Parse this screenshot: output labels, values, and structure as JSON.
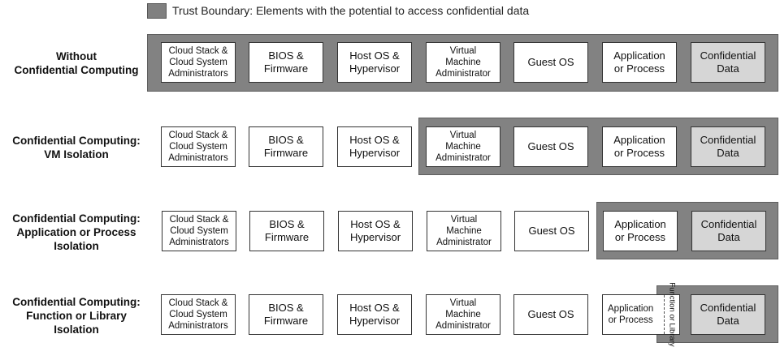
{
  "legend": {
    "text": "Trust Boundary: Elements with the potential to access confidential data",
    "swatch_color": "#808080"
  },
  "rows": [
    {
      "label": "Without\nConfidential Computing",
      "boxes": [
        "Cloud Stack &\nCloud System\nAdministrators",
        "BIOS &\nFirmware",
        "Host OS &\nHypervisor",
        "Virtual\nMachine\nAdministrator",
        "Guest OS",
        "Application\nor Process",
        "Confidential\nData"
      ]
    },
    {
      "label": "Confidential Computing:\nVM Isolation",
      "boxes": [
        "Cloud Stack &\nCloud System\nAdministrators",
        "BIOS &\nFirmware",
        "Host OS &\nHypervisor",
        "Virtual\nMachine\nAdministrator",
        "Guest OS",
        "Application\nor Process",
        "Confidential\nData"
      ]
    },
    {
      "label": "Confidential Computing:\nApplication or Process\nIsolation",
      "boxes": [
        "Cloud Stack &\nCloud System\nAdministrators",
        "BIOS &\nFirmware",
        "Host OS &\nHypervisor",
        "Virtual\nMachine\nAdministrator",
        "Guest OS",
        "Application\nor Process",
        "Confidential\nData"
      ]
    },
    {
      "label": "Confidential Computing:\nFunction or Library\nIsolation",
      "boxes": [
        "Cloud Stack &\nCloud System\nAdministrators",
        "BIOS &\nFirmware",
        "Host OS &\nHypervisor",
        "Virtual\nMachine\nAdministrator",
        "Guest OS",
        "Application\nor Process",
        "Confidential\nData"
      ],
      "function_library_label": "Function\nor Library"
    }
  ]
}
